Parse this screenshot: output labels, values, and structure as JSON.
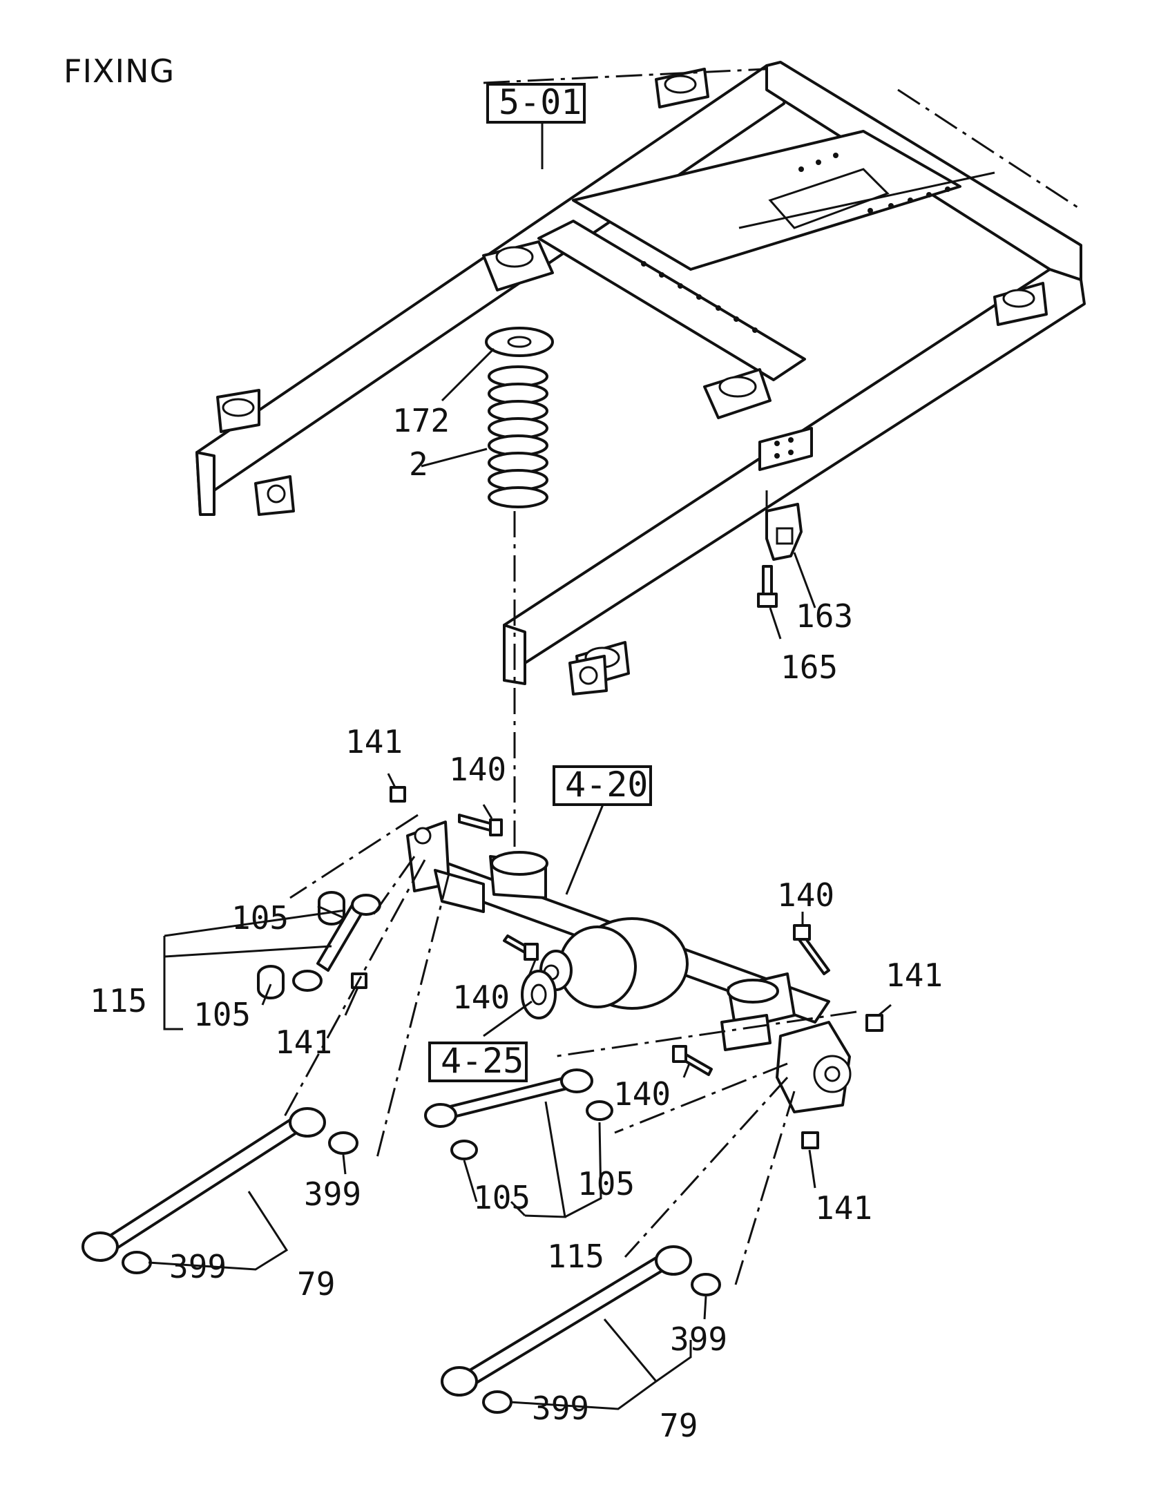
{
  "title": "FIXING",
  "ref_boxes": [
    {
      "id": "frame",
      "text": "5-01"
    },
    {
      "id": "axle",
      "text": "4-20"
    },
    {
      "id": "brake",
      "text": "4-25"
    }
  ],
  "callouts": {
    "c172": "172",
    "c2": "2",
    "c163": "163",
    "c165": "165",
    "c141_top": "141",
    "c140_top": "140",
    "c140_right": "140",
    "c141_right": "141",
    "c105_left_top": "105",
    "c115_left": "115",
    "c105_left_bottom": "105",
    "c140_mid": "140",
    "c141_left": "141",
    "c140_lower": "140",
    "c399_left_upper": "399",
    "c399_left_lower": "399",
    "c79_left": "79",
    "c105_mid_left": "105",
    "c105_mid_right": "105",
    "c115_mid": "115",
    "c141_lower_right": "141",
    "c399_right_upper": "399",
    "c399_right_lower": "399",
    "c79_right": "79"
  }
}
